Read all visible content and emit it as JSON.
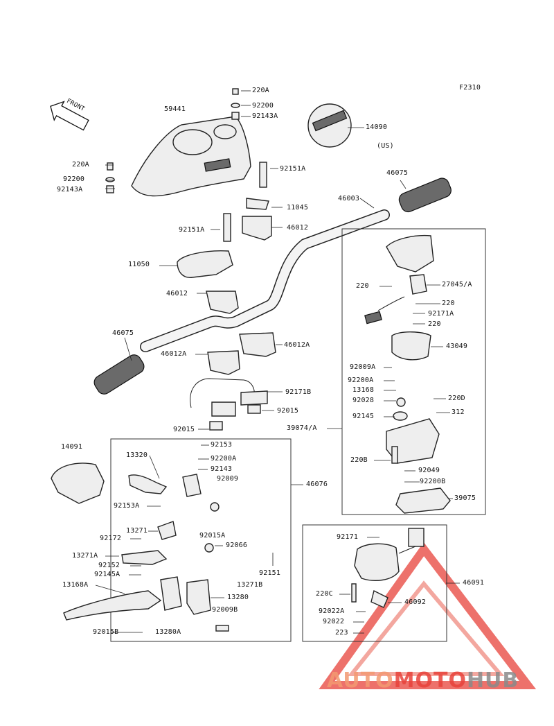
{
  "figure_code": "F2310",
  "front_label": "FRONT",
  "us_note": "(US)",
  "watermark": {
    "part1": "AUTO",
    "part2": "MOTO",
    "part3": "HUB"
  },
  "colors": {
    "watermark_light": "#f39a72",
    "watermark_red": "#e8423a",
    "watermark_grey": "#8a8a8a"
  },
  "labels": [
    "220A",
    "92200",
    "92143A",
    "59441",
    "14090",
    "220A",
    "92200",
    "92143A",
    "92151A",
    "11045",
    "46003",
    "46075",
    "92151A",
    "46012",
    "11050",
    "46012",
    "46075",
    "46012A",
    "46012A",
    "92171B",
    "92015",
    "92015",
    "220",
    "27045/A",
    "220",
    "92171A",
    "220",
    "43049",
    "92009A",
    "92200A",
    "13168",
    "220D",
    "92028",
    "92145",
    "312",
    "39074/A",
    "220B",
    "92049",
    "92200B",
    "39075",
    "14091",
    "13320",
    "92153",
    "92200A",
    "92143",
    "92009",
    "46076",
    "92153A",
    "92015A",
    "13271",
    "92172",
    "92066",
    "13271A",
    "92152",
    "92151",
    "92145A",
    "13271B",
    "13168A",
    "13280",
    "92009B",
    "92015B",
    "13280A",
    "92171",
    "46091",
    "220C",
    "46092",
    "92022A",
    "92022",
    "223"
  ]
}
